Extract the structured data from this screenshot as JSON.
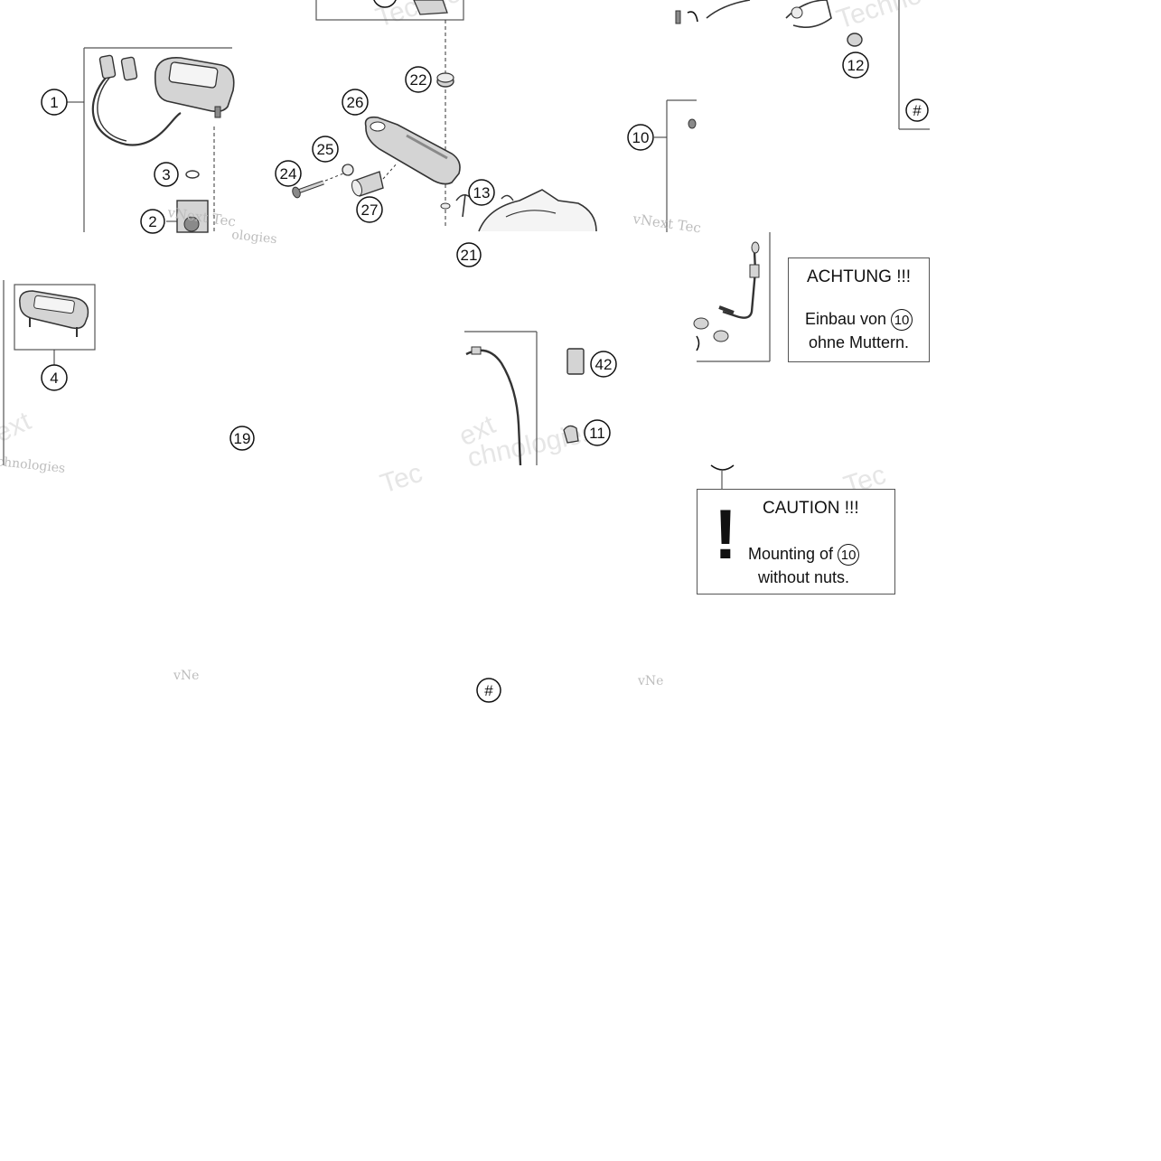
{
  "callouts": {
    "c1": "1",
    "c2": "2",
    "c3": "3",
    "c4": "4",
    "c10": "10",
    "c11": "11",
    "c12": "12",
    "c13": "13",
    "c19": "19",
    "c21": "21",
    "c22": "22",
    "c24": "24",
    "c25": "25",
    "c26": "26",
    "c27": "27",
    "c42": "42",
    "hash_a": "#",
    "hash_b": "#"
  },
  "notes": {
    "german": {
      "title": "ACHTUNG !!!",
      "line1_prefix": "Einbau von",
      "ref": "10",
      "line2": "ohne Muttern."
    },
    "english": {
      "title": "CAUTION !!!",
      "line1_prefix": "Mounting of",
      "ref": "10",
      "line2": "without nuts.",
      "symbol": "!"
    }
  },
  "watermarks": {
    "brand_a": "vNext Tec",
    "brand_b": "vNext Tec",
    "brand_c": "chnologies",
    "brand_d": "ologies",
    "brand_e": "ext",
    "brand_f": "vNe",
    "brand_g": "vNe",
    "brand_h": "Techno",
    "brand_i": "Tech",
    "brand_j": "Tec",
    "brand_k": "Tec",
    "brand_l": "ext",
    "brand_m": "chnologies"
  },
  "colors": {
    "line": "#333333",
    "part_fill": "#d4d4d4",
    "part_dark": "#8a8a8a"
  }
}
